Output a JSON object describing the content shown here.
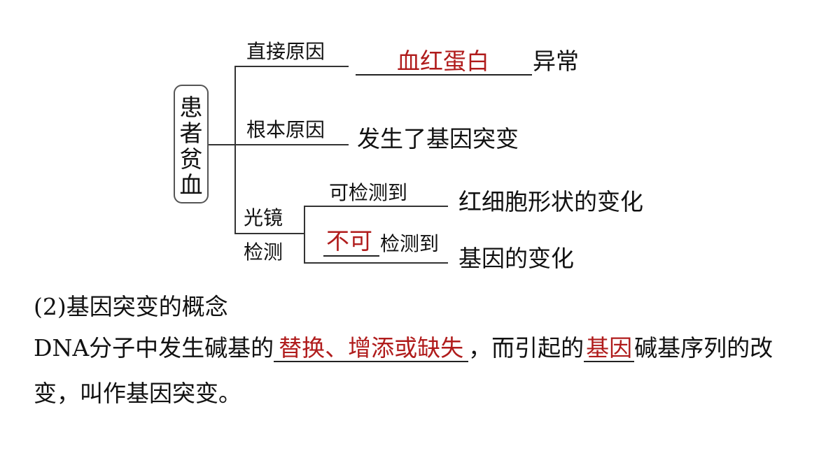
{
  "diagram": {
    "root": "患者贫血",
    "direct_cause_label": "直接原因",
    "direct_cause_answer": "血红蛋白",
    "direct_cause_suffix": "异常",
    "root_cause_label": "根本原因",
    "root_cause_text": "发生了基因突变",
    "microscope_label_line1": "光镜",
    "microscope_label_line2": "检测",
    "detectable_label": "可检测到",
    "detectable_result": "红细胞形状的变化",
    "undetectable_answer": "不可",
    "undetectable_label": "检测到",
    "undetectable_result": "基因的变化"
  },
  "concept": {
    "heading": "(2)基因突变的概念",
    "line1_prefix": "DNA分子中发生碱基的",
    "answer1": "替换、增添或缺失",
    "line1_middle": "，而引起的",
    "answer2": "基因",
    "line1_suffix": "碱基序列的改",
    "line2": "变，叫作基因突变。"
  },
  "colors": {
    "answer": "#b01c1c",
    "text": "#111111",
    "lines": "#333333"
  }
}
